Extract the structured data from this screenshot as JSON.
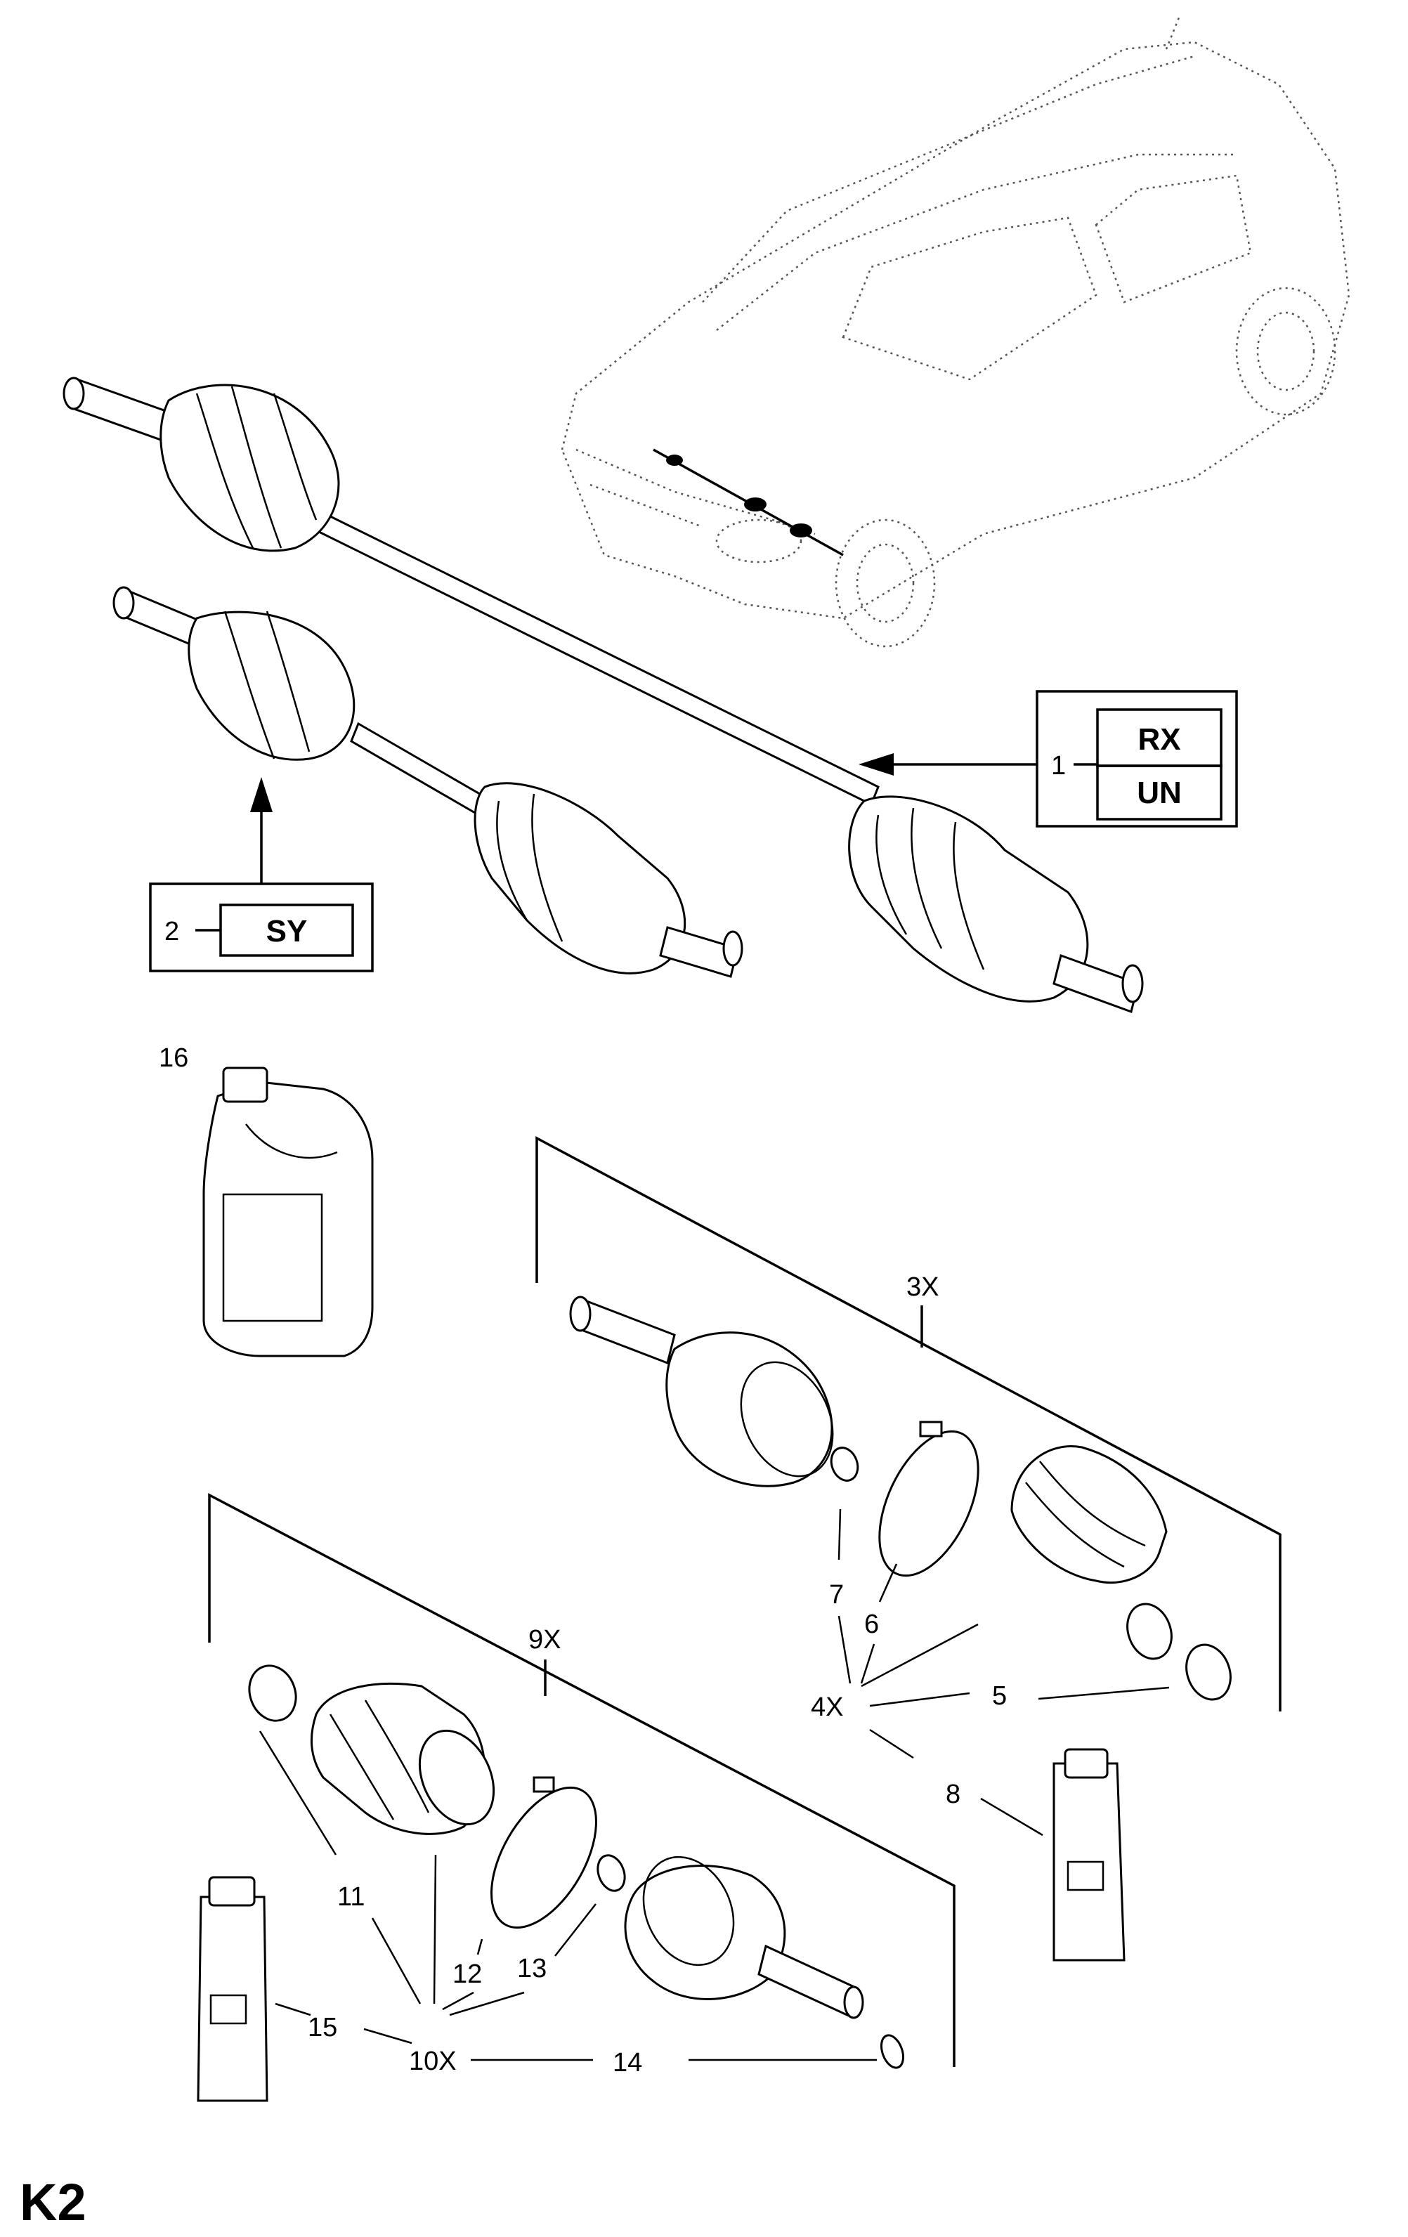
{
  "page_id": "K2",
  "callouts": {
    "c1": {
      "number": "1",
      "codes": [
        "RX",
        "UN"
      ]
    },
    "c2": {
      "number": "2",
      "codes": [
        "SY"
      ]
    },
    "c3": "3X",
    "c4": "4X",
    "c5": "5",
    "c6": "6",
    "c7": "7",
    "c8": "8",
    "c9": "9X",
    "c10": "10X",
    "c11": "11",
    "c12": "12",
    "c13": "13",
    "c14": "14",
    "c15": "15",
    "c16": "16"
  },
  "icons": [
    "vehicle-outline",
    "drive-shaft",
    "oil-bottle",
    "grease-tube",
    "cv-joint",
    "boot",
    "clamp",
    "circlip"
  ]
}
